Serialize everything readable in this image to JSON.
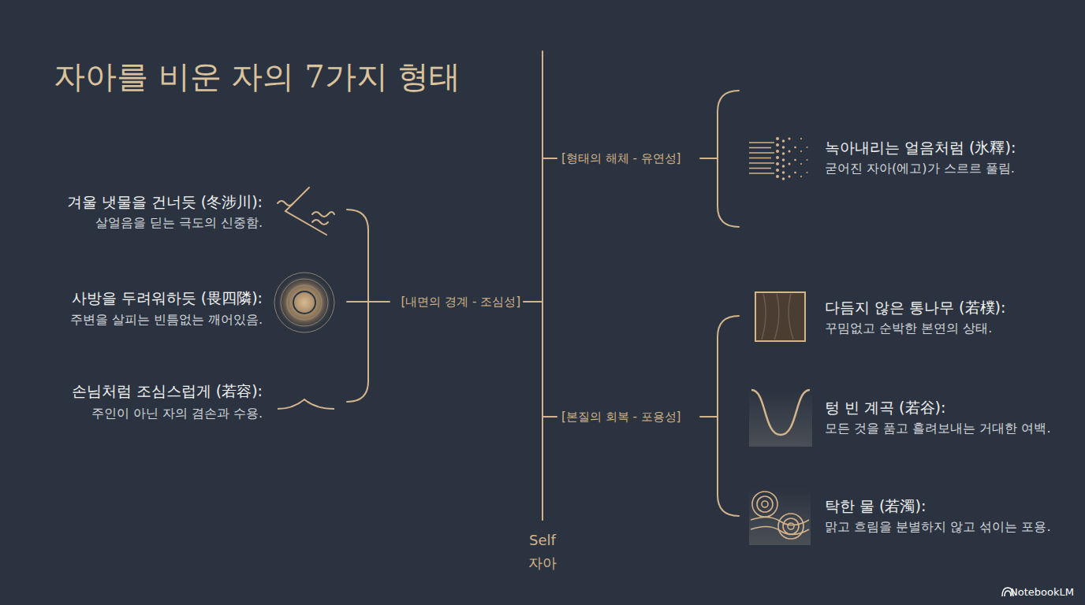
{
  "diagram": {
    "title": "자아를 비운 자의 7가지 형태",
    "labels": [
      "겨울 냇물을 건너듯 (冬涉川):",
      "살얼음을 딛는 극도의 신중함.",
      "사방을 두려워하듯 (畏四隣):",
      "주변을 살피는 빈틈없는 깨어있음.",
      "손님처럼 조심스럽게 (若容):",
      "주인이 아닌 자의 겸손과 수용.",
      "[내면의 경계 - 조심성]",
      "[형태의 해체 - 유연성]",
      "녹아내리는 얼음처럼 (氷釋):",
      "굳어진 자아(에고)가 스르르 풀림.",
      "[본질의 회복 - 포용성]",
      "다듬지 않은 통나무 (若樸):",
      "꾸밈없고 순박한 본연의 상태.",
      "텅 빈 계곡 (若谷):",
      "모든 것을 품고 흘려보내는 거대한 여백.",
      "탁한 물 (若濁):",
      "맑고 흐림을 분별하지 않고 섞이는 포용.",
      "Self",
      "자아",
      "NotebookLM"
    ]
  }
}
